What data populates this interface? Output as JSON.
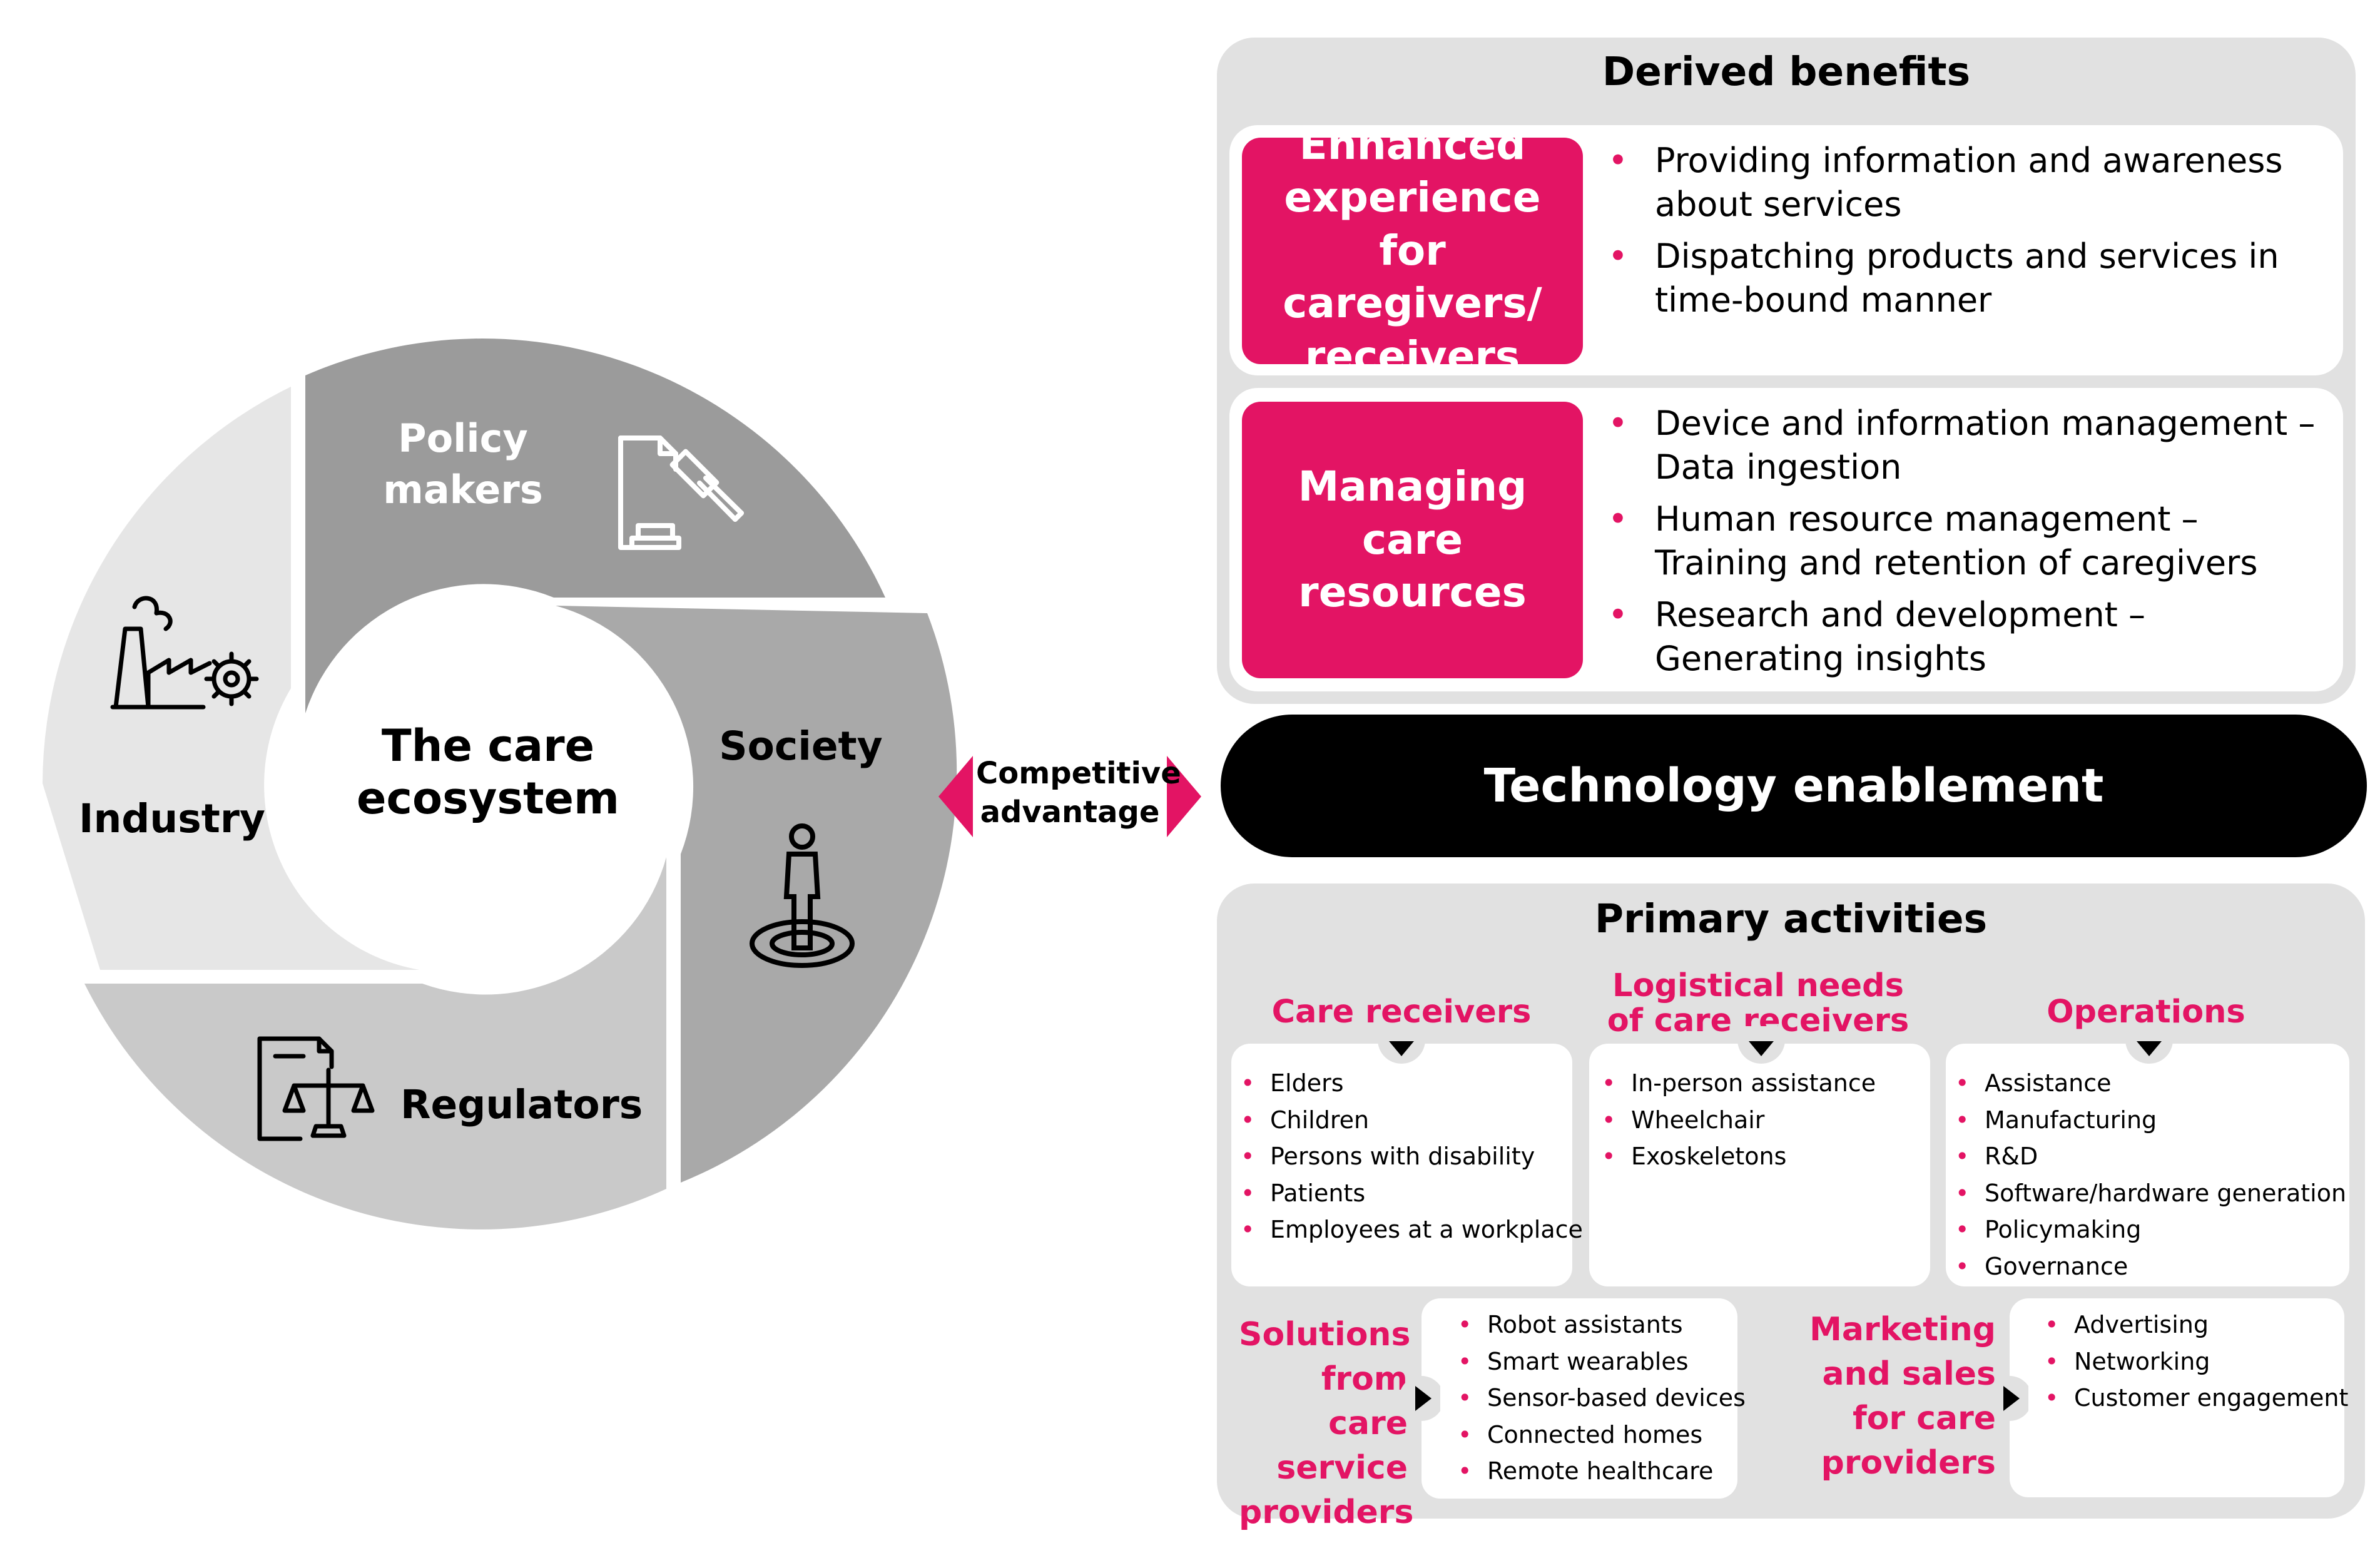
{
  "cycle": {
    "center": "The care ecosystem",
    "segments": [
      {
        "name": "Policy makers",
        "icon": "policy-gavel-icon"
      },
      {
        "name": "Society",
        "icon": "person-target-icon"
      },
      {
        "name": "Regulators",
        "icon": "document-scales-icon"
      },
      {
        "name": "Industry",
        "icon": "factory-gear-icon"
      }
    ]
  },
  "connector": {
    "label": "Competitive advantage"
  },
  "derived_benefits": {
    "title": "Derived benefits",
    "groups": [
      {
        "heading": "Enhanced experience for caregivers/ receivers",
        "bullets": [
          "Providing information and awareness about services",
          "Dispatching products and services in time-bound manner"
        ]
      },
      {
        "heading": "Managing care resources",
        "bullets": [
          "Device and information management – Data ingestion",
          "Human resource management – Training and retention of caregivers",
          "Research and development – Generating insights"
        ]
      }
    ]
  },
  "technology": {
    "label": "Technology enablement"
  },
  "primary_activities": {
    "title": "Primary activities",
    "columns": [
      {
        "heading": "Care receivers",
        "items": [
          "Elders",
          "Children",
          "Persons with disability",
          "Patients",
          "Employees at a workplace"
        ]
      },
      {
        "heading": "Logistical needs of care receivers",
        "items": [
          "In-person assistance",
          "Wheelchair",
          "Exoskeletons"
        ]
      },
      {
        "heading": "Operations",
        "items": [
          "Assistance",
          "Manufacturing",
          "R&D",
          "Software/hardware generation",
          "Policymaking",
          "Governance"
        ]
      }
    ],
    "solutions": {
      "heading": "Solutions from care service providers",
      "items": [
        "Robot assistants",
        "Smart wearables",
        "Sensor-based devices",
        "Connected homes",
        "Remote healthcare"
      ]
    },
    "marketing": {
      "heading": "Marketing and sales for care providers",
      "items": [
        "Advertising",
        "Networking",
        "Customer engagement"
      ]
    }
  },
  "colors": {
    "accent": "#e31464",
    "panel": "#e1e1e1",
    "seg_policy": "#9b9b9b",
    "seg_society": "#a9a9a9",
    "seg_regulators": "#c9c9c9",
    "seg_industry": "#e6e6e6",
    "tech": "#000000"
  }
}
